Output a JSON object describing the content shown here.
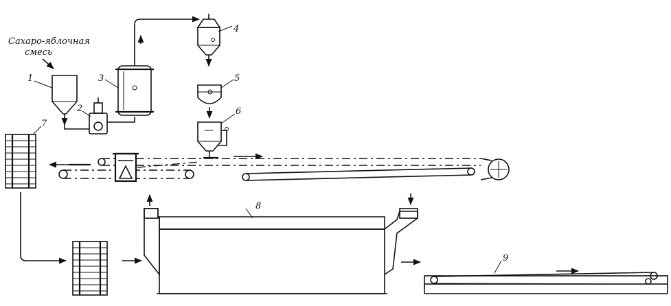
{
  "caption": {
    "line1": "Сахаро-яблочная",
    "line2": "смесь"
  },
  "labels": {
    "n1": "1",
    "n2": "2",
    "n3": "3",
    "n4": "4",
    "n5": "5",
    "n6": "6",
    "n7": "7",
    "n8": "8",
    "n9": "9"
  }
}
